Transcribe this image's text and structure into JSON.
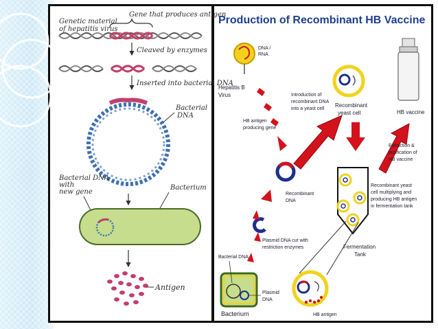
{
  "left_panel": {
    "labels": {
      "genetic_material_1": "Genetic material",
      "genetic_material_2": "of hepatitis virus",
      "gene_antigen": "Gene that produces antigen",
      "cleaved": "Cleaved by enzymes",
      "inserted": "Inserted into bacterial DNA",
      "bacterial_dna_1": "Bacterial",
      "bacterial_dna_2": "DNA",
      "new_gene_1": "Bacterial DNA",
      "new_gene_2": "with",
      "new_gene_3": "new gene",
      "bacterium": "Bacterium",
      "antigen": "Antigen"
    }
  },
  "right_panel": {
    "title": "Production of Recombinant HB Vaccine",
    "labels": {
      "dna_rna_1": "DNA /",
      "dna_rna_2": "RNA",
      "hepatitis_1": "Hepatitis B",
      "hepatitis_2": "Virus",
      "hb_antigen_gene_1": "HB antigen",
      "hb_antigen_gene_2": "producing gene",
      "intro_1": "Introduction of",
      "intro_2": "recombinant DNA",
      "intro_3": "into a yeast cell",
      "yeast_1": "Recombinant",
      "yeast_2": "yeast cell",
      "vaccine": "HB vaccine",
      "extract_1": "Extraction &",
      "extract_2": "purification of",
      "extract_3": "HB vaccine",
      "recomb_1": "Recombinant",
      "recomb_2": "DNA",
      "multiply_1": "Recombinant yeast",
      "multiply_2": "cell multiplying and",
      "multiply_3": "producing HB antigen",
      "multiply_4": "in fermentation tank",
      "plasmid_cut_1": "Plasmid DNA cut with",
      "plasmid_cut_2": "restriction enzymes",
      "bacterial_dna": "Bacterial DNA",
      "plasmid_1": "Plasmid",
      "plasmid_2": "DNA",
      "bacterium": "Bacterium",
      "ferment_1": "Fermentation",
      "ferment_2": "Tank",
      "hb_antigen": "HB antigen"
    }
  },
  "colors": {
    "title": "#1e3d8f",
    "arrow_red": "#d4121c",
    "yeast_yellow": "#f2d21b",
    "bacterium_green": "#c5dd8c",
    "gene_pink": "#c2406a",
    "dna_blue": "#3d6fb5",
    "plasmid_navy": "#1e2f8a"
  }
}
